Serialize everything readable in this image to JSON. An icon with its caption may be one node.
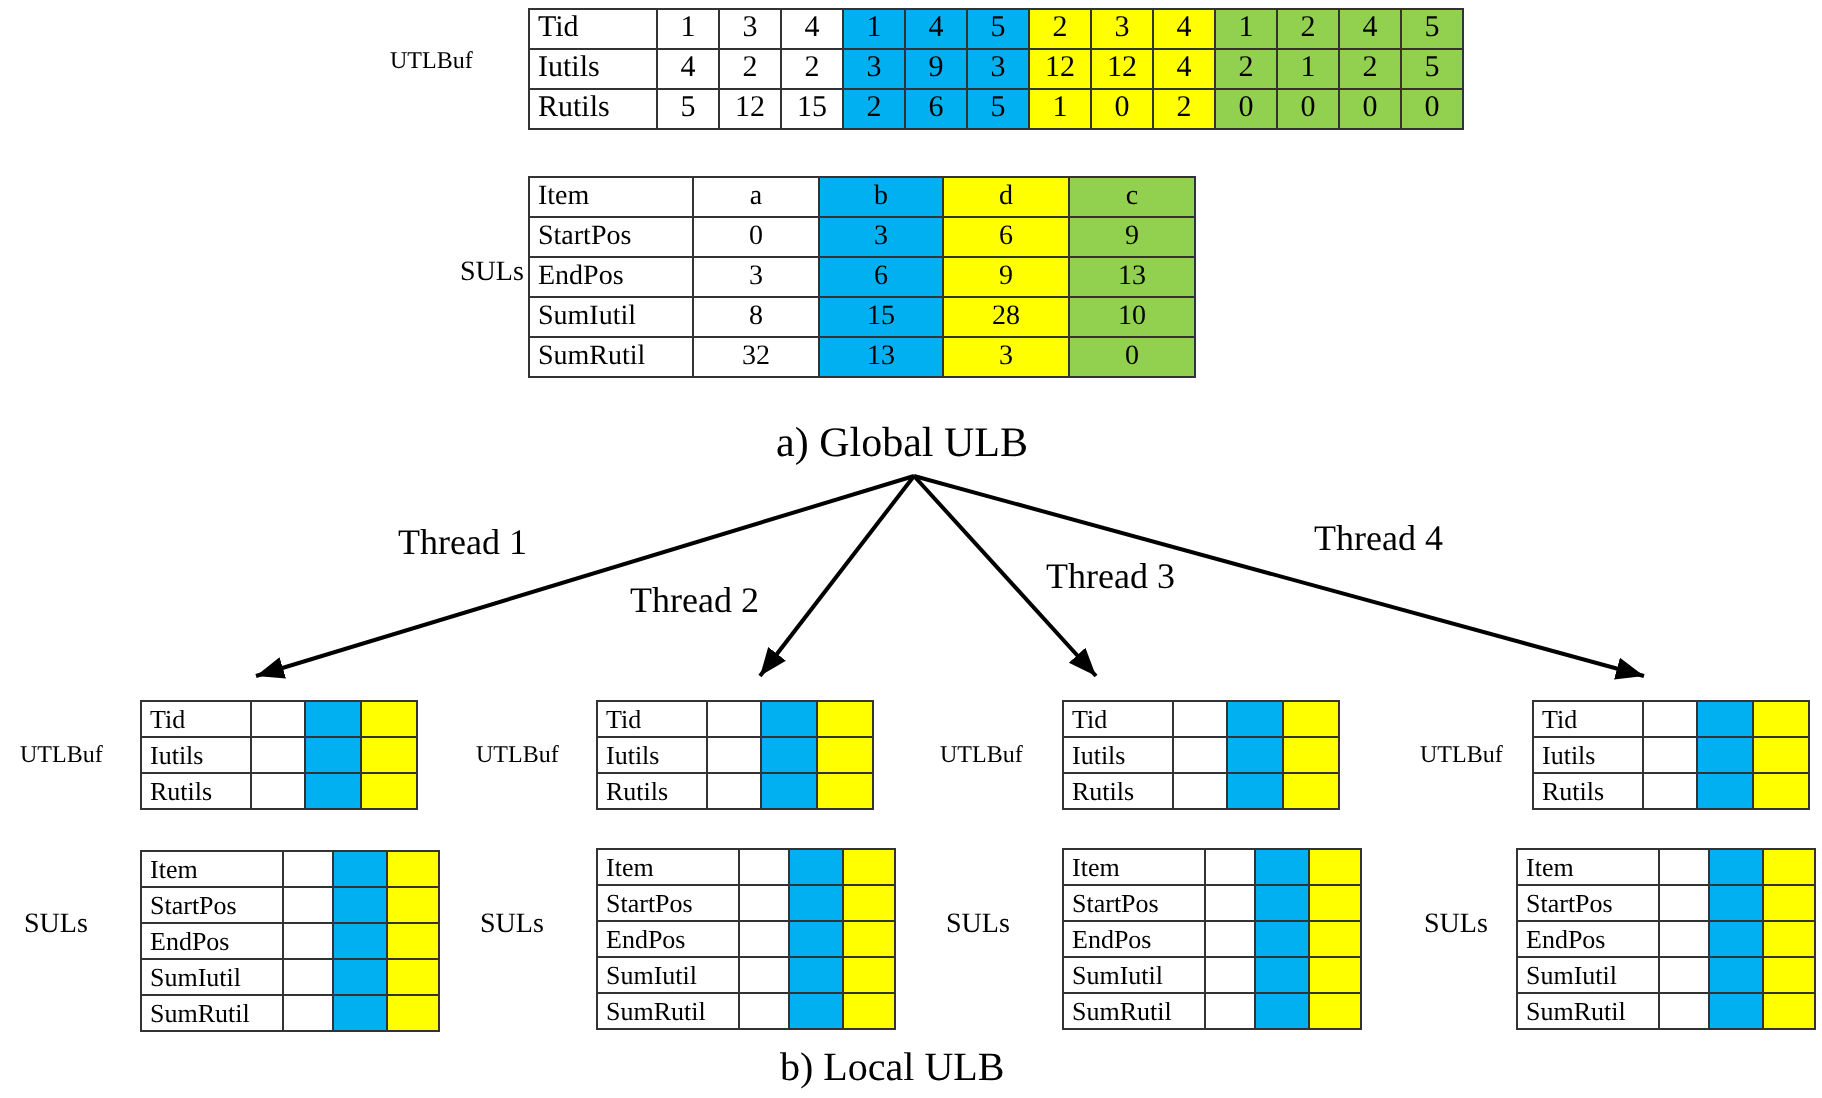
{
  "diagram": {
    "nodes": [
      {
        "text": [
          "a) Global ULB"
        ]
      },
      {
        "text": [
          "Tid",
          "Iutils",
          "Rutils"
        ],
        "beside": [
          "UTLBuf"
        ]
      },
      {
        "text": [
          "Tid",
          "Iutils",
          "Rutils"
        ],
        "beside": [
          "UTLBuf"
        ]
      },
      {
        "text": [
          "Tid",
          "Iutils",
          "Rutils"
        ],
        "beside": [
          "UTLBuf"
        ]
      },
      {
        "text": [
          "Tid",
          "Iutils",
          "Rutils"
        ],
        "beside": [
          "UTLBuf"
        ]
      }
    ],
    "edges": [
      {
        "from": 0,
        "to": 1,
        "arrow": "to",
        "label": "Thread 1"
      },
      {
        "from": 0,
        "to": 2,
        "arrow": "to",
        "label": "Thread 2"
      },
      {
        "from": 0,
        "to": 3,
        "arrow": "to",
        "label": "Thread 3"
      },
      {
        "from": 0,
        "to": 4,
        "arrow": "to",
        "label": "Thread 4"
      }
    ],
    "labels": [
      "UTLBuf",
      "Tid",
      "1",
      "3",
      "4",
      "1",
      "4",
      "5",
      "2",
      "3",
      "4",
      "1",
      "2",
      "4",
      "5",
      "Iutils",
      "4",
      "2",
      "2",
      "3",
      "9",
      "3",
      "12",
      "12",
      "4",
      "2",
      "1",
      "2",
      "5",
      "Rutils",
      "5",
      "12",
      "15",
      "2",
      "6",
      "5",
      "1",
      "0",
      "2",
      "0",
      "0",
      "0",
      "0",
      "SULs",
      "Item",
      "a",
      "b",
      "d",
      "c",
      "StartPos",
      "0",
      "3",
      "6",
      "9",
      "EndPos",
      "3",
      "6",
      "9",
      "13",
      "SumIutil",
      "8",
      "15",
      "28",
      "10",
      "SumRutil",
      "32",
      "13",
      "3",
      "0",
      "SULs",
      "Item",
      "StartPos",
      "EndPos",
      "SumIutil",
      "SumRutil",
      "SULs",
      "Item",
      "StartPos",
      "EndPos",
      "SumIutil",
      "SumRutil",
      "SULs",
      "Item",
      "StartPos",
      "EndPos",
      "SumIutil",
      "SumRutil",
      "SULs",
      "Item",
      "StartPos",
      "EndPos",
      "SumIutil",
      "SumRutil",
      "b) Local ULB"
    ]
  }
}
